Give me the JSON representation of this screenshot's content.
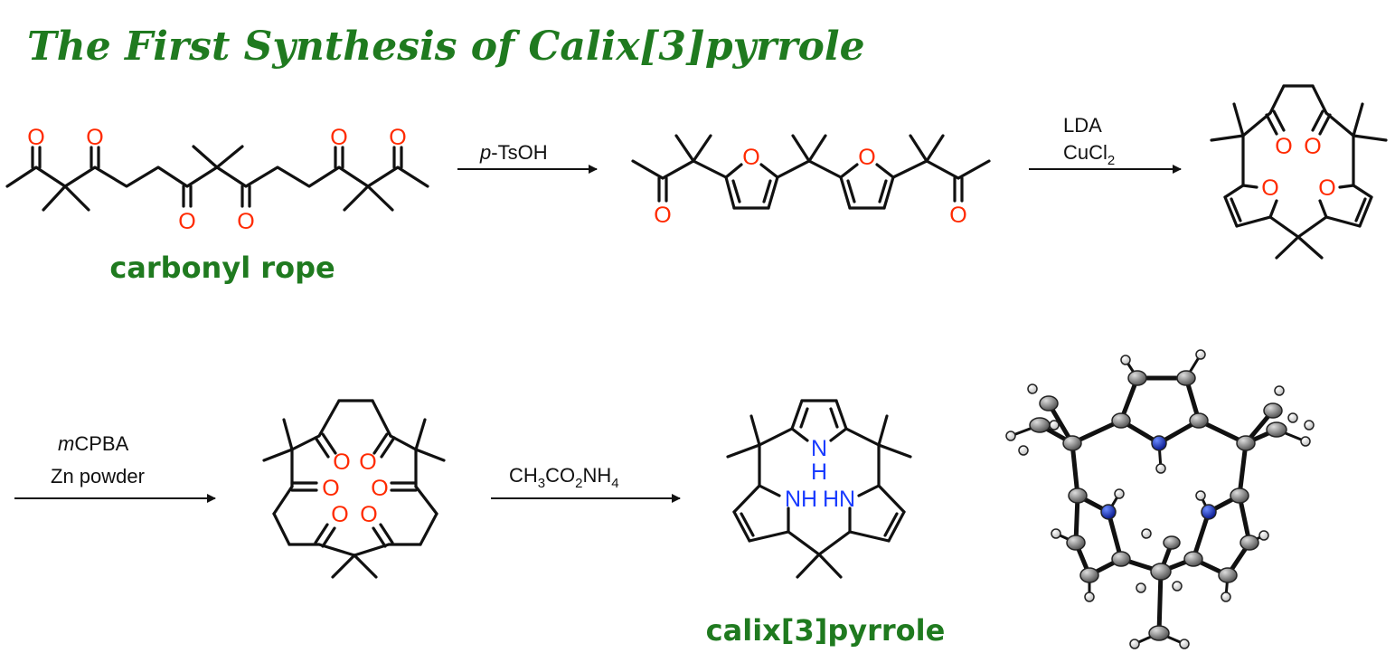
{
  "title": "The First Synthesis of Calix[3]pyrrole",
  "colors": {
    "title": "#1f7a1f",
    "oxygen": "#ff2a00",
    "nitrogen": "#1a3cff",
    "bond": "#111111"
  },
  "compounds": {
    "carbonyl_rope": "carbonyl rope",
    "calix3pyrrole": "calix[3]pyrrole"
  },
  "atoms": {
    "O": "O",
    "NH": "NH",
    "HN": "HN",
    "N": "N",
    "H": "H"
  },
  "reagents": {
    "step1": {
      "italic": "p",
      "rest": "-TsOH"
    },
    "step2": {
      "line1": "LDA",
      "line2_main": "CuCl",
      "line2_sub": "2"
    },
    "step3": {
      "line1_italic": "m",
      "line1_rest": "CPBA",
      "line2": "Zn powder"
    },
    "step4": {
      "p1": "CH",
      "s1": "3",
      "p2": "CO",
      "s2": "2",
      "p3": "NH",
      "s3": "4"
    }
  },
  "crystal_structure": "x-ray-crystal-structure"
}
